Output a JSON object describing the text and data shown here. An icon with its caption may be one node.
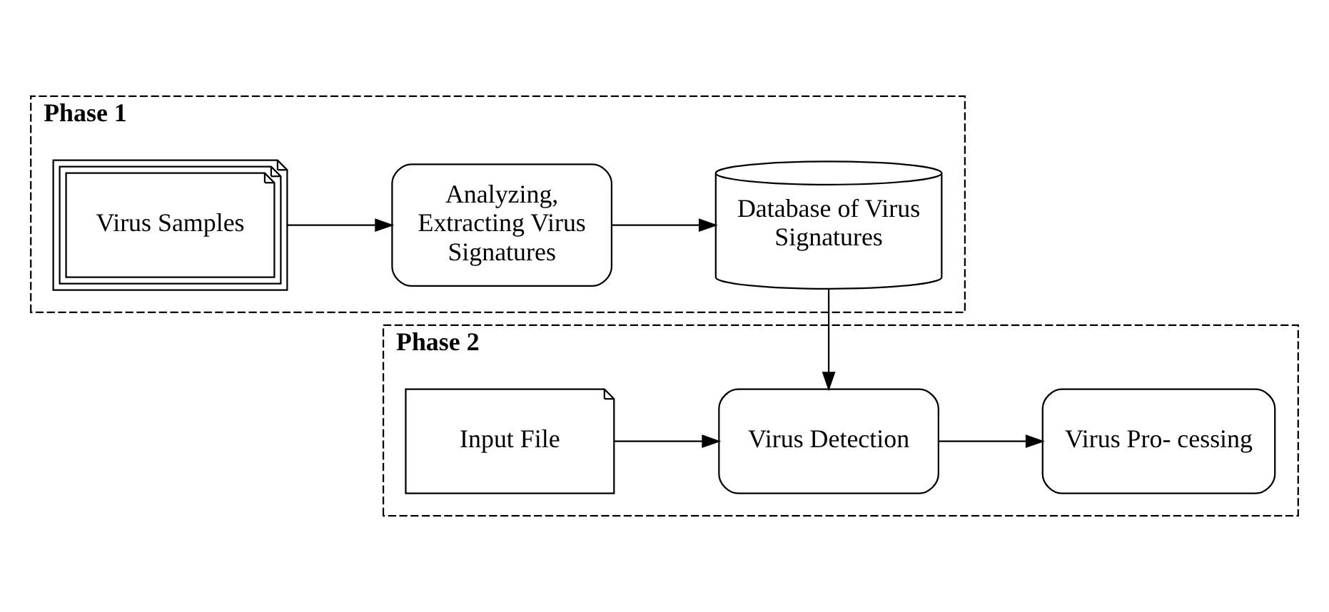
{
  "diagram": {
    "nodes": [
      {
        "text": [
          "Phase 1"
        ]
      },
      {
        "text": [
          "Virus Samples"
        ],
        "in": 0
      },
      {
        "text": [
          "Analyzing, Extracting Virus Signatures"
        ],
        "in": 0
      },
      {
        "text": [
          "Database of Virus Signatures"
        ],
        "in": 0
      },
      {
        "text": [
          "Phase 2"
        ]
      },
      {
        "text": [
          "Input File"
        ],
        "in": 4
      },
      {
        "text": [
          "Virus Detection"
        ],
        "in": 4
      },
      {
        "text": [
          "Virus Pro- cessing"
        ],
        "in": 4
      }
    ],
    "edges": [
      {
        "from": 1,
        "to": 2,
        "arrow": "to"
      },
      {
        "from": 2,
        "to": 3,
        "arrow": "to"
      },
      {
        "from": 3,
        "to": 6,
        "arrow": "to"
      },
      {
        "from": 5,
        "to": 6,
        "arrow": "to"
      },
      {
        "from": 6,
        "to": 7,
        "arrow": "to"
      }
    ]
  }
}
